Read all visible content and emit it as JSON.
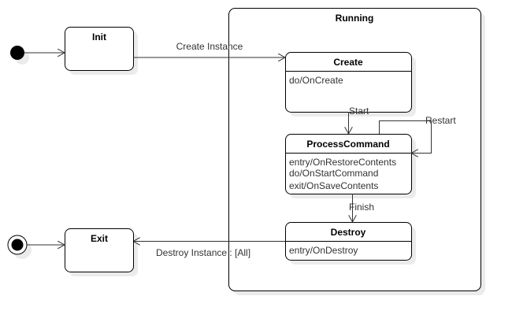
{
  "diagram": {
    "composite_state": {
      "title": "Running"
    },
    "states": {
      "init": {
        "title": "Init"
      },
      "exit": {
        "title": "Exit"
      },
      "create": {
        "title": "Create",
        "activities": [
          "do/OnCreate"
        ]
      },
      "process": {
        "title": "ProcessCommand",
        "activities": [
          "entry/OnRestoreContents",
          "do/OnStartCommand",
          "exit/OnSaveContents"
        ]
      },
      "destroy": {
        "title": "Destroy",
        "activities": [
          "entry/OnDestroy"
        ]
      }
    },
    "transitions": {
      "create_instance": "Create Instance",
      "start": "Start",
      "restart": "Restart",
      "finish": "Finish",
      "destroy_instance": "Destroy Instance :  [All]"
    }
  }
}
